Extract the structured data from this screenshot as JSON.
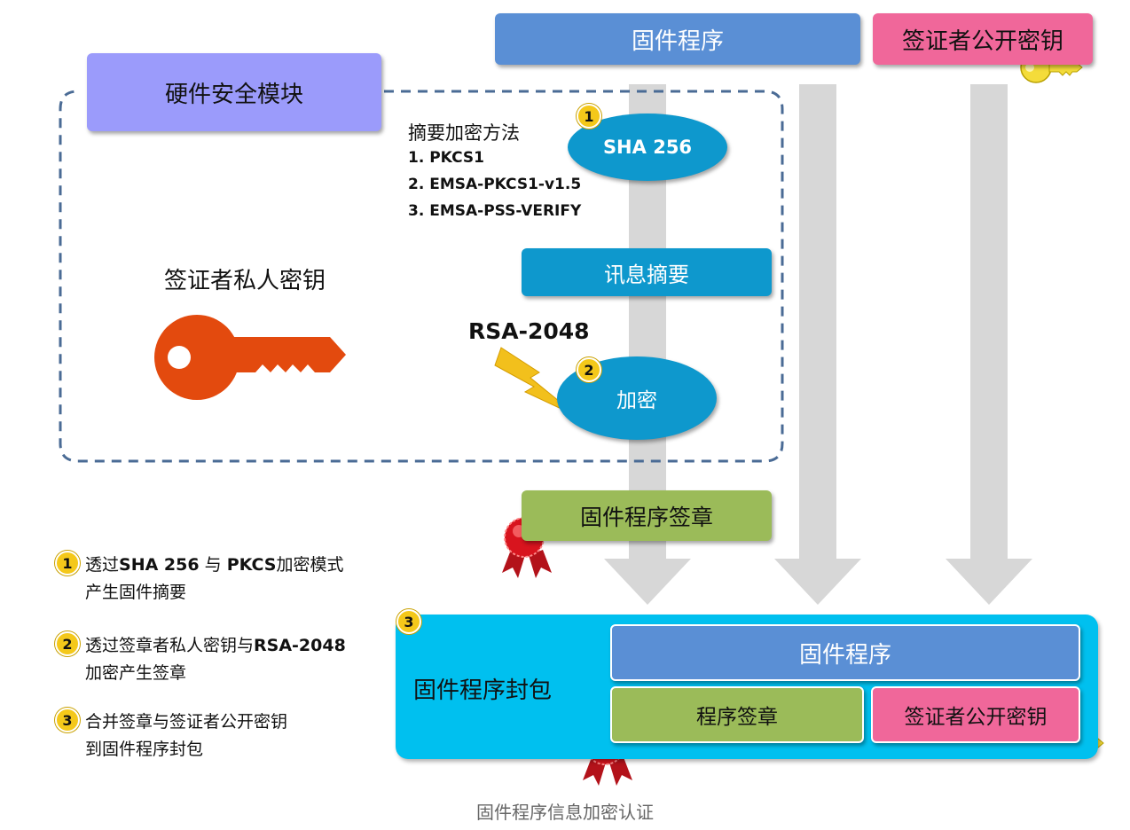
{
  "top": {
    "firmware_label": "固件程序",
    "public_key_label": "签证者公开密钥"
  },
  "hsm": {
    "title": "硬件安全模块",
    "private_key_label": "签证者私人密钥",
    "digest_method_title": "摘要加密方法",
    "digest_methods": [
      "1. PKCS1",
      "2. EMSA-PKCS1-v1.5",
      "3. EMSA-PSS-VERIFY"
    ],
    "sha_label": "SHA 256",
    "message_digest_label": "讯息摘要",
    "rsa_label": "RSA-2048",
    "encrypt_label": "加密"
  },
  "signature_label": "固件程序签章",
  "package": {
    "title": "固件程序封包",
    "firmware_label": "固件程序",
    "signature_label": "程序签章",
    "public_key_label": "签证者公开密钥"
  },
  "steps": [
    {
      "num": "1",
      "line1_pre": "透过",
      "line1_b1": "SHA 256",
      "line1_mid": " 与 ",
      "line1_b2": "PKCS",
      "line1_post": "加密模式",
      "line2": "产生固件摘要"
    },
    {
      "num": "2",
      "line1_pre": "透过签章者私人密钥与",
      "line1_b1": "RSA-2048",
      "line2": "加密产生签章"
    },
    {
      "num": "3",
      "line1_pre": "合并签章与签证者公开密钥",
      "line2": "到固件程序封包"
    }
  ],
  "caption": "固件程序信息加密认证",
  "colors": {
    "blue_box": "#5a8fd5",
    "pink_box": "#f0679a",
    "lavender_box": "#9b9bfb",
    "teal": "#0e98cd",
    "green_box": "#9bbb59",
    "cyan_package": "#00c0ef",
    "key_orange": "#e34a0e",
    "key_gold": "#f4dc3a",
    "arrow_gray": "#d7d7d7",
    "dash_border": "#4a6b95",
    "badge_yellow": "#f4c81a"
  }
}
